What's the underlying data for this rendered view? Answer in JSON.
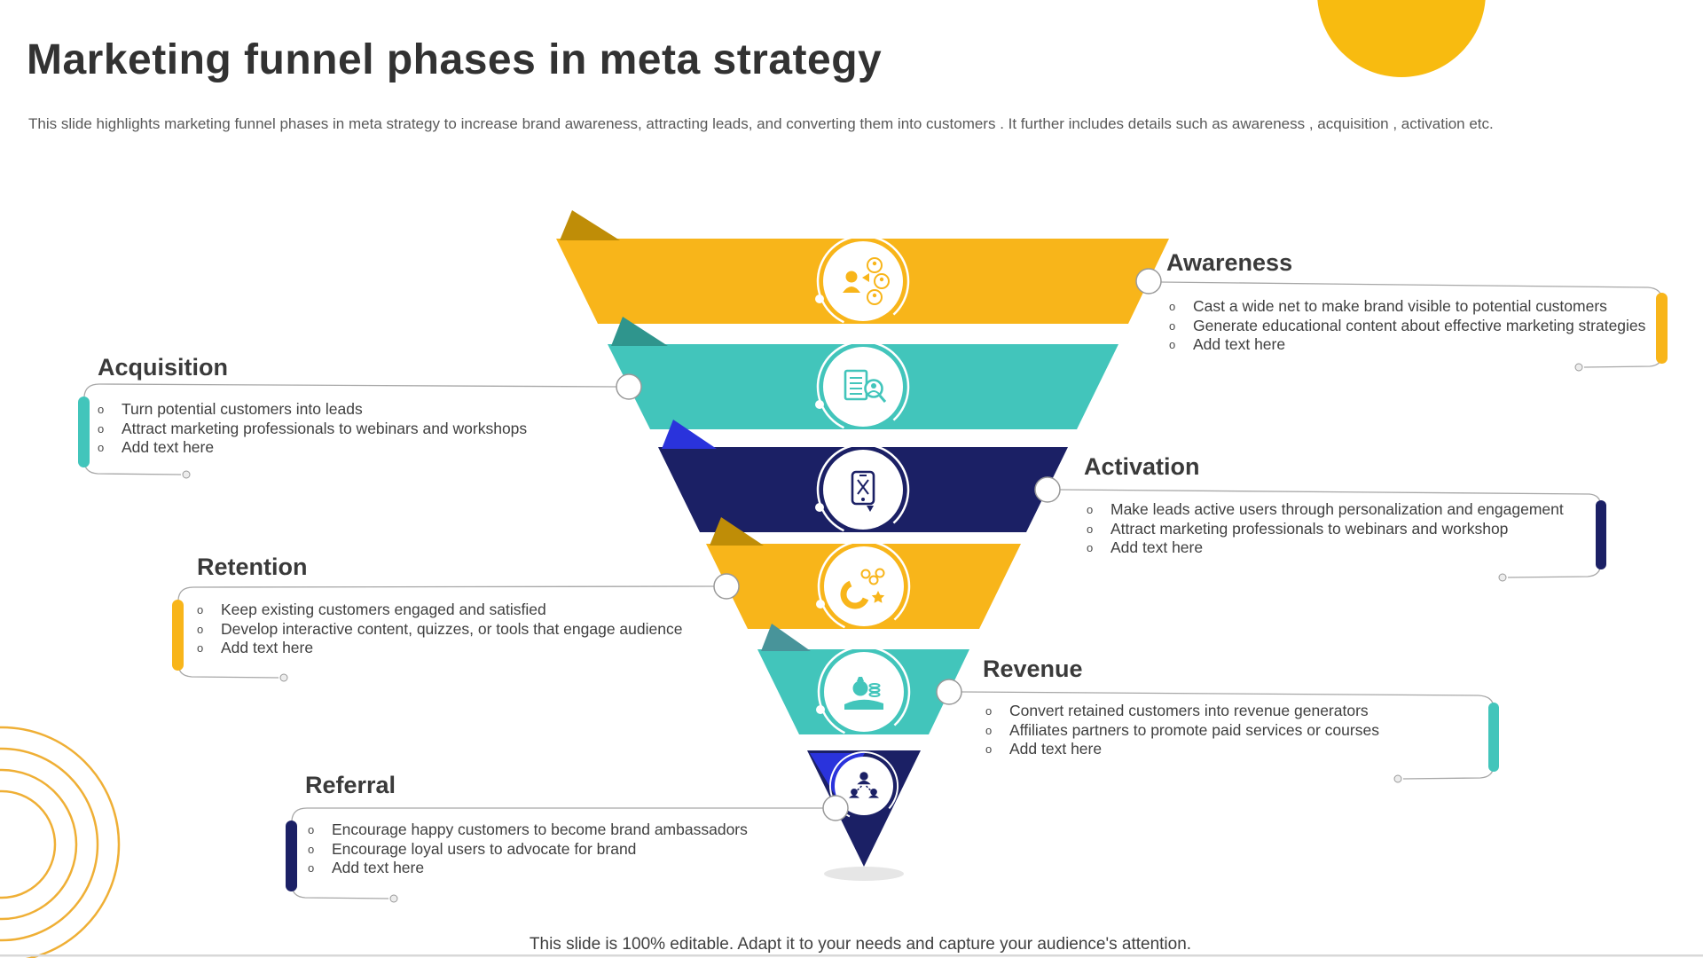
{
  "slide": {
    "title": "Marketing funnel phases in meta strategy",
    "subtitle": "This slide highlights marketing funnel phases in meta strategy to increase brand awareness, attracting leads, and converting them into customers . It further includes details such as awareness , acquisition , activation etc.",
    "footer": "This slide is 100% editable. Adapt it to your needs and capture your audience's attention.",
    "bullet_marker": "o"
  },
  "colors": {
    "decor_circle_yellow": "#F8BB10",
    "decor_ring_yellow": "#EFAF35",
    "tip_shadow": "#DCDCDC",
    "connector_line": "#A7A7A7",
    "bottom_border": "#D8D8D8"
  },
  "funnel_type": "funnel",
  "stages": [
    {
      "label": "Awareness",
      "side": "right",
      "color": "#F8B51A",
      "fold_color": "#BF8D07",
      "icon": "megaphone-broadcast-icon",
      "bullets": [
        "Cast a wide net to make brand visible to potential customers",
        "Generate educational content about effective marketing strategies",
        "Add text here"
      ]
    },
    {
      "label": "Acquisition",
      "side": "left",
      "color": "#42C5BB",
      "fold_color": "#2F958D",
      "icon": "leads-report-icon",
      "bullets": [
        "Turn potential customers into leads",
        "Attract marketing professionals to webinars and workshops",
        "Add text here"
      ]
    },
    {
      "label": "Activation",
      "side": "right",
      "color": "#1B2065",
      "fold_color": "#2A33DC",
      "icon": "mobile-engagement-icon",
      "bullets": [
        "Make leads active users through personalization and engagement",
        "Attract marketing professionals to webinars and workshop",
        "Add text here"
      ]
    },
    {
      "label": "Retention",
      "side": "left",
      "color": "#F8B51A",
      "fold_color": "#BF8D07",
      "icon": "magnet-attraction-icon",
      "bullets": [
        "Keep existing customers engaged and satisfied",
        "Develop interactive content, quizzes, or tools that engage audience",
        "Add text here"
      ]
    },
    {
      "label": "Revenue",
      "side": "right",
      "color": "#42C5BB",
      "fold_color": "#48949A",
      "icon": "hand-money-icon",
      "bullets": [
        "Convert retained customers into revenue generators",
        "Affiliates partners to promote paid services or courses",
        "Add text here"
      ]
    },
    {
      "label": "Referral",
      "side": "left",
      "color": "#1B2065",
      "fold_color": "#2A33DC",
      "icon": "referral-network-icon",
      "bullets": [
        "Encourage happy customers to become brand ambassadors",
        "Encourage loyal users to advocate for brand",
        "Add text here"
      ]
    }
  ]
}
